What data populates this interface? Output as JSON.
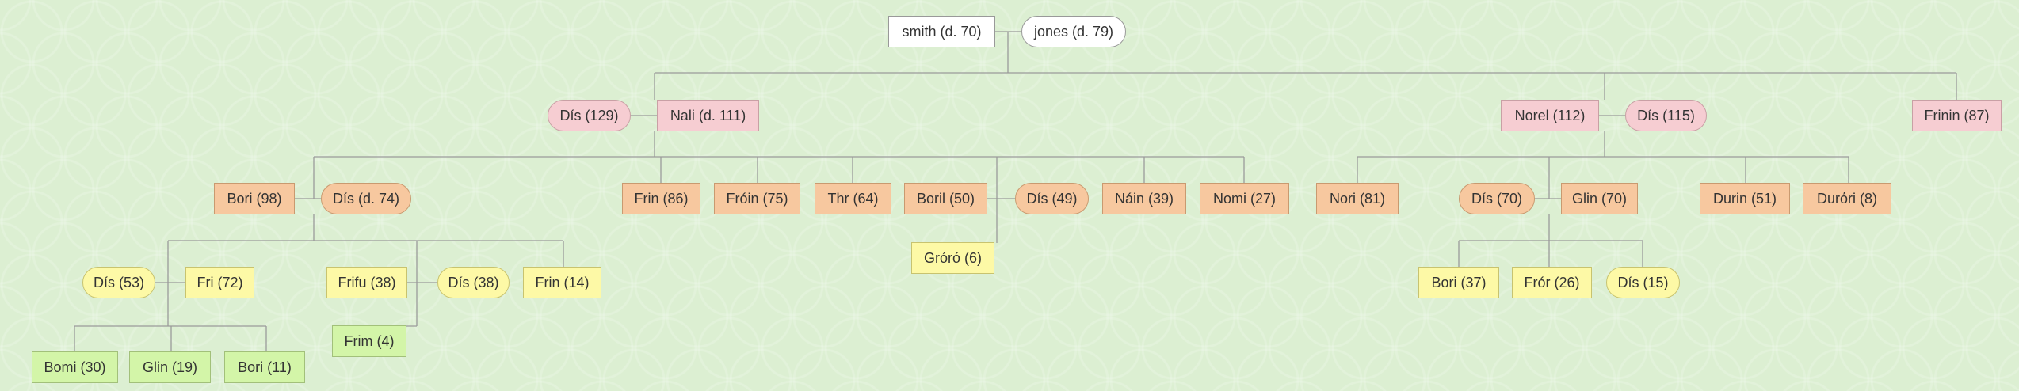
{
  "nodes": {
    "root_a": {
      "label": "smith (d. 70)",
      "color": "#ffffff"
    },
    "root_b": {
      "label": "jones (d. 79)",
      "color": "#ffffff"
    },
    "dis129": {
      "label": "Dís (129)",
      "color": "#f6cdd2"
    },
    "nali": {
      "label": "Nali (d. 111)",
      "color": "#f6cdd2"
    },
    "norel": {
      "label": "Norel (112)",
      "color": "#f6cdd2"
    },
    "dis115": {
      "label": "Dís (115)",
      "color": "#f6cdd2"
    },
    "frinin": {
      "label": "Frinin (87)",
      "color": "#f6cdd2"
    },
    "bori98": {
      "label": "Bori (98)",
      "color": "#f7c89f"
    },
    "dis74": {
      "label": "Dís (d. 74)",
      "color": "#f7c89f"
    },
    "frin86": {
      "label": "Frin (86)",
      "color": "#f7c89f"
    },
    "froin": {
      "label": "Fróin (75)",
      "color": "#f7c89f"
    },
    "thr": {
      "label": "Thr (64)",
      "color": "#f7c89f"
    },
    "boril": {
      "label": "Boril (50)",
      "color": "#f7c89f"
    },
    "dis49": {
      "label": "Dís (49)",
      "color": "#f7c89f"
    },
    "nain": {
      "label": "Náin (39)",
      "color": "#f7c89f"
    },
    "nomi": {
      "label": "Nomi (27)",
      "color": "#f7c89f"
    },
    "nori": {
      "label": "Nori (81)",
      "color": "#f7c89f"
    },
    "dis70": {
      "label": "Dís (70)",
      "color": "#f7c89f"
    },
    "glin70": {
      "label": "Glin (70)",
      "color": "#f7c89f"
    },
    "durin": {
      "label": "Durin (51)",
      "color": "#f7c89f"
    },
    "durori": {
      "label": "Durόri (8)",
      "color": "#f7c89f"
    },
    "dis53": {
      "label": "Dís (53)",
      "color": "#fdf9a6"
    },
    "fri72": {
      "label": "Fri (72)",
      "color": "#fdf9a6"
    },
    "frifu": {
      "label": "Frifu (38)",
      "color": "#fdf9a6"
    },
    "dis38": {
      "label": "Dís (38)",
      "color": "#fdf9a6"
    },
    "frin14": {
      "label": "Frin (14)",
      "color": "#fdf9a6"
    },
    "groro": {
      "label": "Gróró (6)",
      "color": "#fdf9a6"
    },
    "bori37": {
      "label": "Bori (37)",
      "color": "#fdf9a6"
    },
    "fror": {
      "label": "Frór (26)",
      "color": "#fdf9a6"
    },
    "dis15": {
      "label": "Dís (15)",
      "color": "#fdf9a6"
    },
    "frim": {
      "label": "Frim (4)",
      "color": "#d3f5a8"
    },
    "bomi": {
      "label": "Bomi (30)",
      "color": "#d3f5a8"
    },
    "glin19": {
      "label": "Glin (19)",
      "color": "#d3f5a8"
    },
    "bori11": {
      "label": "Bori (11)",
      "color": "#d3f5a8"
    }
  }
}
